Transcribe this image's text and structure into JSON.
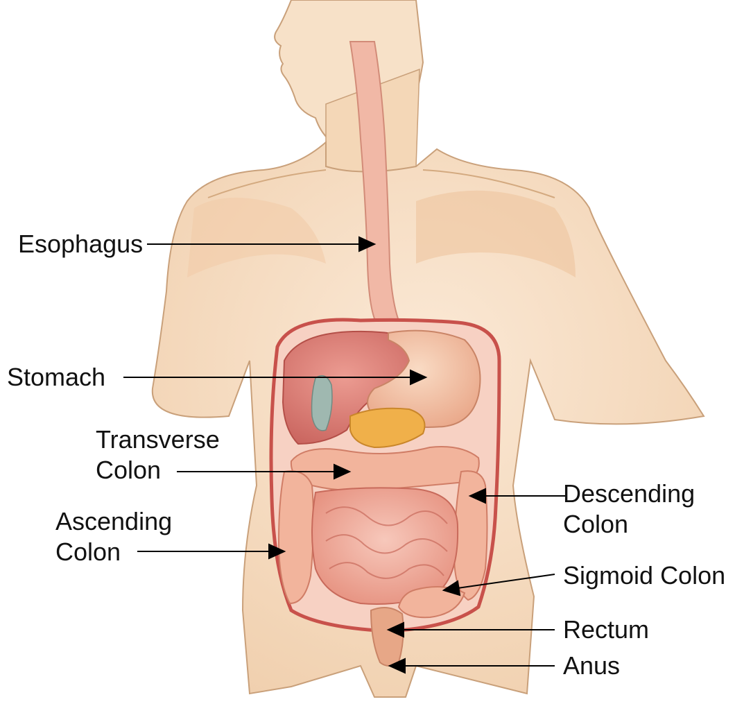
{
  "diagram": {
    "labels": {
      "esophagus": [
        "Esophagus"
      ],
      "stomach": [
        "Stomach"
      ],
      "transverse_colon": [
        "Transverse",
        "Colon"
      ],
      "ascending_colon": [
        "Ascending",
        "Colon"
      ],
      "descending_colon": [
        "Descending",
        "Colon"
      ],
      "sigmoid_colon": [
        "Sigmoid Colon"
      ],
      "rectum": [
        "Rectum"
      ],
      "anus": [
        "Anus"
      ]
    },
    "colors": {
      "skin": "#f6dcc0",
      "skin_shadow": "#e9bf98",
      "outline": "#c9a07a",
      "esophagus": "#f1b8a6",
      "liver": "#d9807b",
      "stomach": "#f2c0a3",
      "pancreas": "#f0b04a",
      "gallbladder": "#9fb8b0",
      "colon": "#f2b49c",
      "small_intestine": "#f4b3a4",
      "cavity_border": "#c8514b",
      "rectum": "#e7a787",
      "arrow": "#000000",
      "text": "#111111"
    }
  }
}
